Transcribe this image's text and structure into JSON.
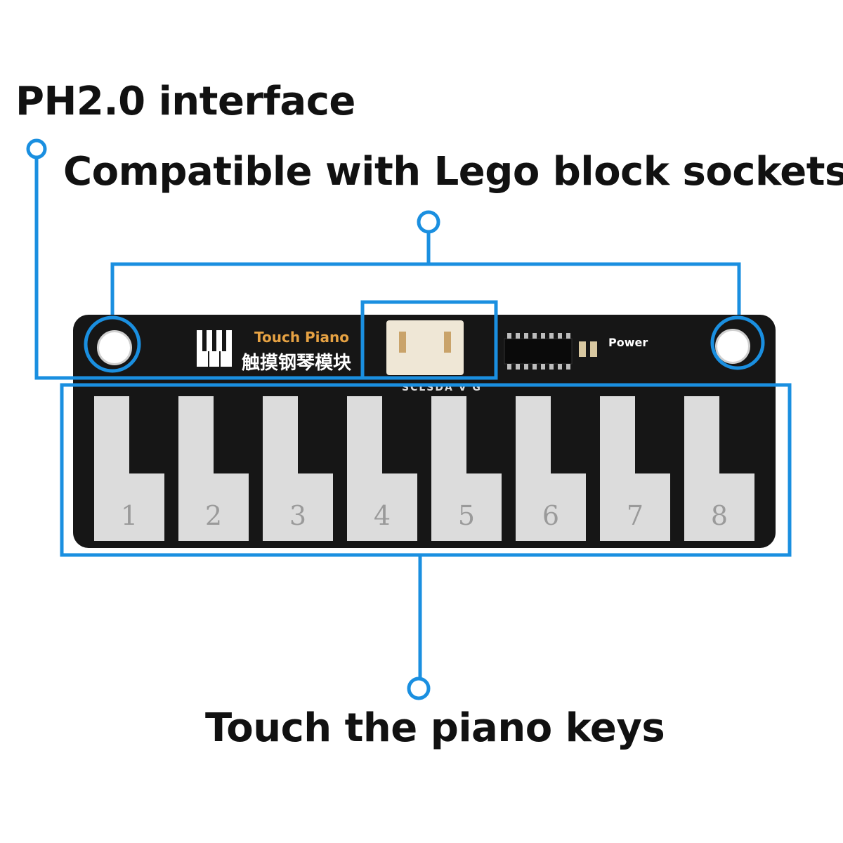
{
  "labels": {
    "ph_interface": "PH2.0 interface",
    "lego_compatible": "Compatible with Lego block sockets",
    "touch_keys": "Touch the piano keys"
  },
  "board": {
    "brand_en": "Touch Piano",
    "brand_cn": "触摸钢琴模块",
    "power_label": "Power",
    "pin_labels": "SCLSDA V G",
    "keys": [
      "1",
      "2",
      "3",
      "4",
      "5",
      "6",
      "7",
      "8"
    ]
  },
  "colors": {
    "callout": "#1a8fe0",
    "board": "#161616",
    "key": "#dcdcdc",
    "text": "#111111"
  }
}
